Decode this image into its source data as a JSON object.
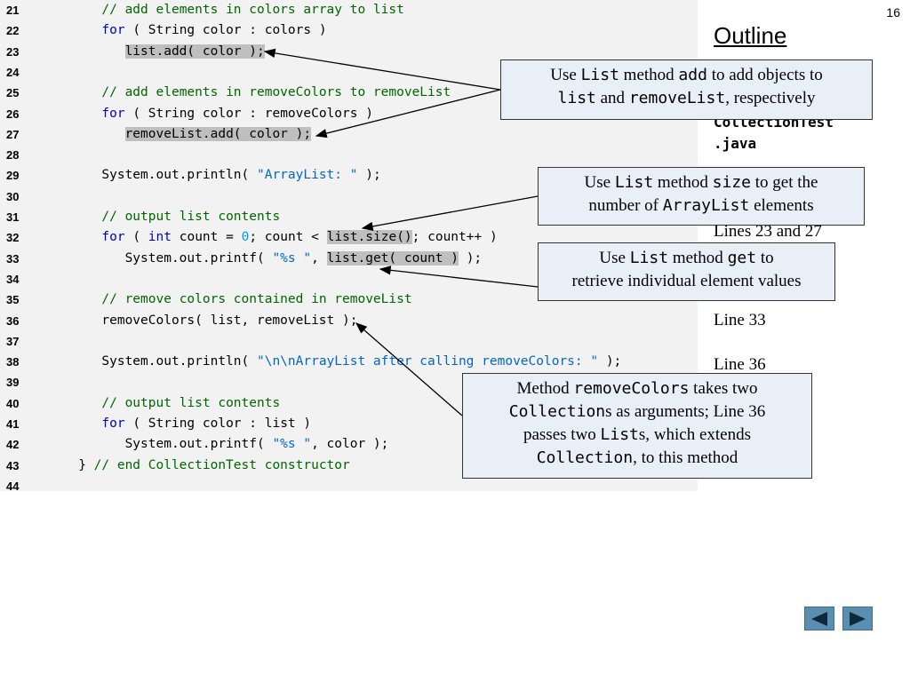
{
  "page_number": "16",
  "outline_title": "Outline",
  "sidebar": {
    "file_name_line1": "CollectionTest",
    "file_name_line2": ".java",
    "lines_23_27": "Lines 23 and 27",
    "line_33": "Line 33",
    "line_36": "Line 36"
  },
  "code_lines": [
    {
      "num": "21",
      "text": "      // add elements in colors array to list"
    },
    {
      "num": "22",
      "text": "      for ( String color : colors )"
    },
    {
      "num": "23",
      "text": "         list.add( color );"
    },
    {
      "num": "24",
      "text": ""
    },
    {
      "num": "25",
      "text": "      // add elements in removeColors to removeList"
    },
    {
      "num": "26",
      "text": "      for ( String color : removeColors )"
    },
    {
      "num": "27",
      "text": "         removeList.add( color );"
    },
    {
      "num": "28",
      "text": ""
    },
    {
      "num": "29",
      "text": "      System.out.println( \"ArrayList: \" );"
    },
    {
      "num": "30",
      "text": ""
    },
    {
      "num": "31",
      "text": "      // output list contents"
    },
    {
      "num": "32",
      "text": "      for ( int count = 0; count < list.size(); count++ )"
    },
    {
      "num": "33",
      "text": "         System.out.printf( \"%s \", list.get( count ) );"
    },
    {
      "num": "34",
      "text": ""
    },
    {
      "num": "35",
      "text": "      // remove colors contained in removeList"
    },
    {
      "num": "36",
      "text": "      removeColors( list, removeList );"
    },
    {
      "num": "37",
      "text": ""
    },
    {
      "num": "38",
      "text": "      System.out.println( \"\\n\\nArrayList after calling removeColors: \" );"
    },
    {
      "num": "39",
      "text": ""
    },
    {
      "num": "40",
      "text": "      // output list contents"
    },
    {
      "num": "41",
      "text": "      for ( String color : list )"
    },
    {
      "num": "42",
      "text": "         System.out.printf( \"%s \", color );"
    },
    {
      "num": "43",
      "text": "   } // end CollectionTest constructor"
    },
    {
      "num": "44",
      "text": ""
    }
  ],
  "callouts": {
    "add": {
      "t1": "Use ",
      "c1": "List",
      "t2": " method ",
      "c2": "add",
      "t3": " to add objects to",
      "c3": "list",
      "t4": " and ",
      "c4": "removeList",
      "t5": ", respectively"
    },
    "size": {
      "t1": "Use ",
      "c1": "List",
      "t2": " method ",
      "c2": "size",
      "t3": " to get the",
      "t4": "number of ",
      "c3": "ArrayList",
      "t5": " elements"
    },
    "get": {
      "t1": "Use ",
      "c1": "List",
      "t2": " method ",
      "c2": "get",
      "t3": " to",
      "t4": "retrieve individual element values"
    },
    "remove": {
      "t1": "Method ",
      "c1": "removeColors",
      "t2": " takes two",
      "c2": "Collection",
      "t3": "s as arguments; Line 36",
      "t4": "passes two ",
      "c3": "List",
      "t5": "s, which extends",
      "c4": "Collection",
      "t6": ", to this method"
    }
  },
  "nav": {
    "prev_icon": "triangle-left-icon",
    "next_icon": "triangle-right-icon"
  },
  "colors": {
    "keyword": "#0000cc",
    "comment": "#006600",
    "string": "#0066cc",
    "highlight": "#bfbfbf",
    "callout_bg": "#e8eff6",
    "nav_button": "#5b8fb0"
  }
}
